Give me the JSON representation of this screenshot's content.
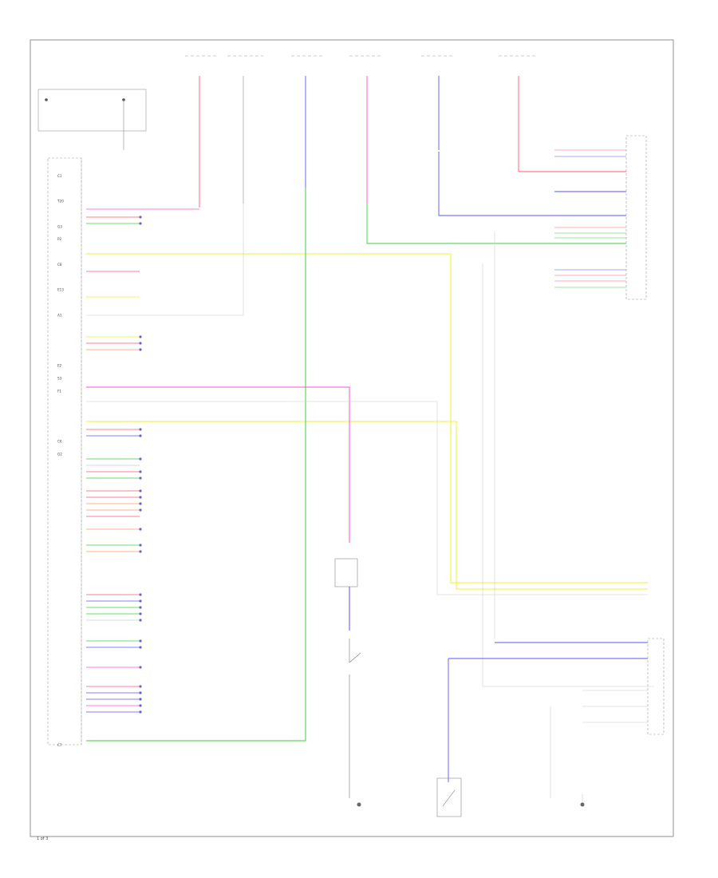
{
  "page_label": "1 of 3",
  "left_connector_pins": [
    "C1",
    "",
    "T20",
    "",
    "G3",
    "P2",
    "",
    "C8",
    "",
    "E13",
    "",
    "A1",
    "",
    "",
    "",
    "E2",
    "S3",
    "F1",
    "",
    "",
    "",
    "C6",
    "G2",
    "",
    "",
    "",
    "",
    "",
    "",
    "",
    "",
    "",
    "",
    "",
    "",
    "",
    "",
    "",
    "",
    "",
    "",
    "",
    "",
    "",
    "",
    "C7"
  ],
  "colors": {
    "red": "#ff5a6e",
    "pink": "#ff4fd8",
    "blue": "#5656ff",
    "green": "#3fcf3f",
    "yellow": "#f2f22a",
    "gray": "#cccccc"
  }
}
